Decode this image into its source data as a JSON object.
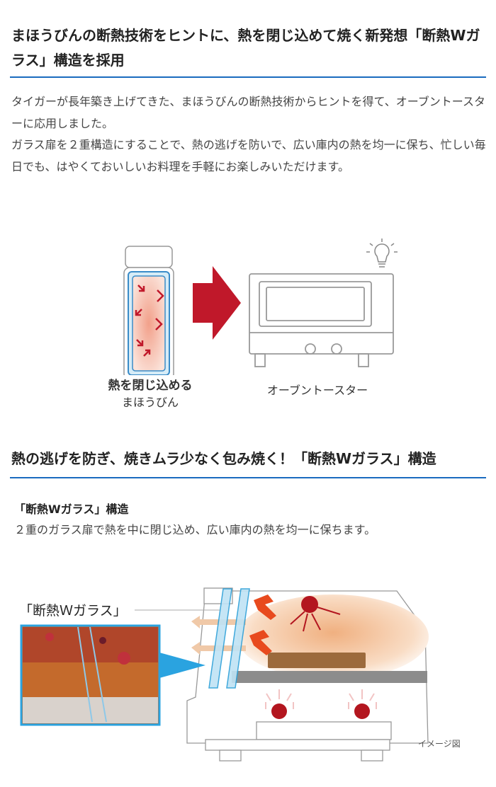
{
  "section1": {
    "heading": "まほうびんの断熱技術をヒントに、熱を閉じ込めて焼く新発想「断熱Wガラス」構造を採用",
    "paragraph_lines": [
      "タイガーが長年築き上げてきた、まほうびんの断熱技術からヒントを得て、オーブントースターに応用しました。",
      "ガラス扉を２重構造にすることで、熱の逃げを防いで、広い庫内の熱を均一に保ち、忙しい毎日でも、はやくておいしいお料理を手軽にお楽しみいただけます。"
    ],
    "illustration": {
      "thermos_caption_bold": "熱を閉じ込める",
      "thermos_caption": "まほうびん",
      "toaster_caption": "オーブントースター"
    }
  },
  "section2": {
    "heading": "熱の逃げを防ぎ、焼きムラ少なく包み焼く！「断熱Wガラス」構造",
    "subheading": "「断熱Wガラス」構造",
    "text": "２重のガラス扉で熱を中に閉じ込め、広い庫内の熱を均一に保ちます。",
    "diagram": {
      "glass_label": "「断熱Ｗガラス」",
      "image_note": "イメージ図"
    }
  },
  "colors": {
    "accent_rule": "#1a6bbf",
    "arrow_red": "#c0182a",
    "glass_blue": "#3aa6e0"
  }
}
